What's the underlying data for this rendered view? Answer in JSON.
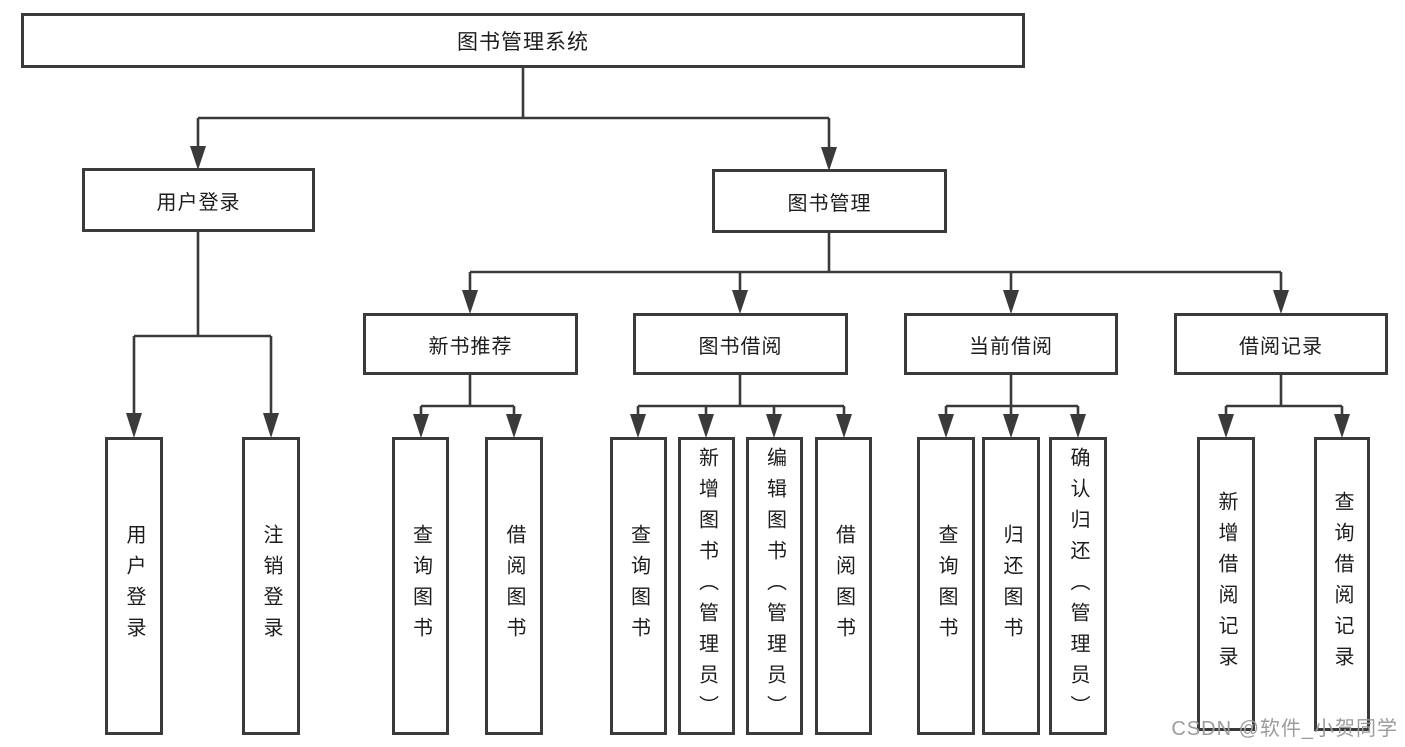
{
  "nodes": {
    "root": {
      "label": "图书管理系统"
    },
    "login": {
      "label": "用户登录"
    },
    "mgmt": {
      "label": "图书管理"
    },
    "rec": {
      "label": "新书推荐"
    },
    "borrow": {
      "label": "图书借阅"
    },
    "current": {
      "label": "当前借阅"
    },
    "record": {
      "label": "借阅记录"
    },
    "login_children": [
      {
        "label": "用户登录"
      },
      {
        "label": "注销登录"
      }
    ],
    "rec_children": [
      {
        "label": "查询图书"
      },
      {
        "label": "借阅图书"
      }
    ],
    "borrow_children": [
      {
        "label": "查询图书"
      },
      {
        "label": "新增图书（管理员）"
      },
      {
        "label": "编辑图书（管理员）"
      },
      {
        "label": "借阅图书"
      }
    ],
    "current_children": [
      {
        "label": "查询图书"
      },
      {
        "label": "归还图书"
      },
      {
        "label": "确认归还（管理员）"
      }
    ],
    "record_children": [
      {
        "label": "新增借阅记录"
      },
      {
        "label": "查询借阅记录"
      }
    ]
  },
  "watermark": {
    "text": "CSDN @软件_小贺同学"
  },
  "colors": {
    "line": "#3a3a3a",
    "text": "#1d1d1d",
    "watermark": "#9c9c9c",
    "background": "#ffffff"
  }
}
